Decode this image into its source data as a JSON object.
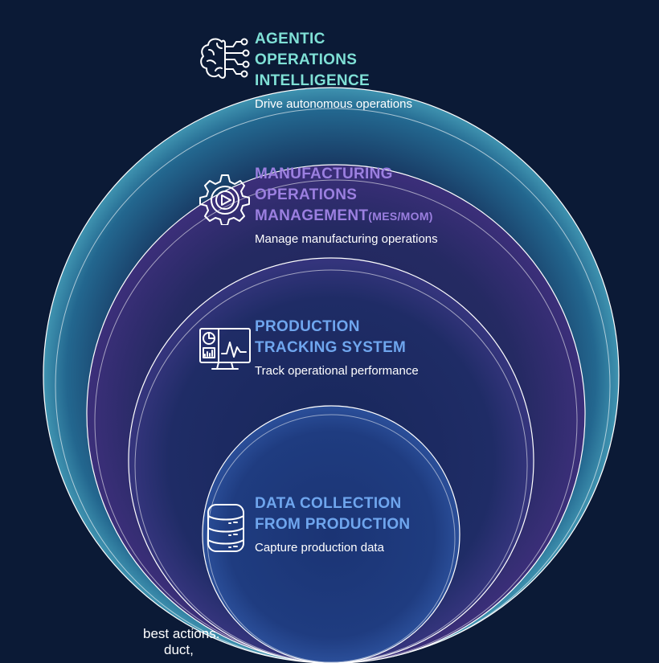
{
  "colors": {
    "background": "#0b1a36",
    "agentic_title": "#7fe0d6",
    "mom_title": "#9b7fe0",
    "pts_title": "#6fa6ee",
    "data_title": "#6fa6ee",
    "ring_stroke": "#ffffff"
  },
  "layers": [
    {
      "id": "agentic",
      "title_lines": [
        "AGENTIC",
        "OPERATIONS",
        "INTELLIGENCE"
      ],
      "subtitle": "Drive autonomous operations",
      "icon": "brain-circuit-icon"
    },
    {
      "id": "mom",
      "title_lines": [
        "MANUFACTURING",
        "OPERATIONS",
        "MANAGEMENT"
      ],
      "title_suffix": "(MES/MOM)",
      "subtitle": "Manage manufacturing operations",
      "icon": "gear-play-icon"
    },
    {
      "id": "pts",
      "title_lines": [
        "PRODUCTION",
        "TRACKING SYSTEM"
      ],
      "subtitle": "Track operational performance",
      "icon": "monitor-dashboard-icon"
    },
    {
      "id": "data",
      "title_lines": [
        "DATA COLLECTION",
        "FROM PRODUCTION"
      ],
      "subtitle": "Capture production data",
      "icon": "database-icon"
    }
  ],
  "bleed_text": [
    "best actions.",
    "duct,"
  ]
}
